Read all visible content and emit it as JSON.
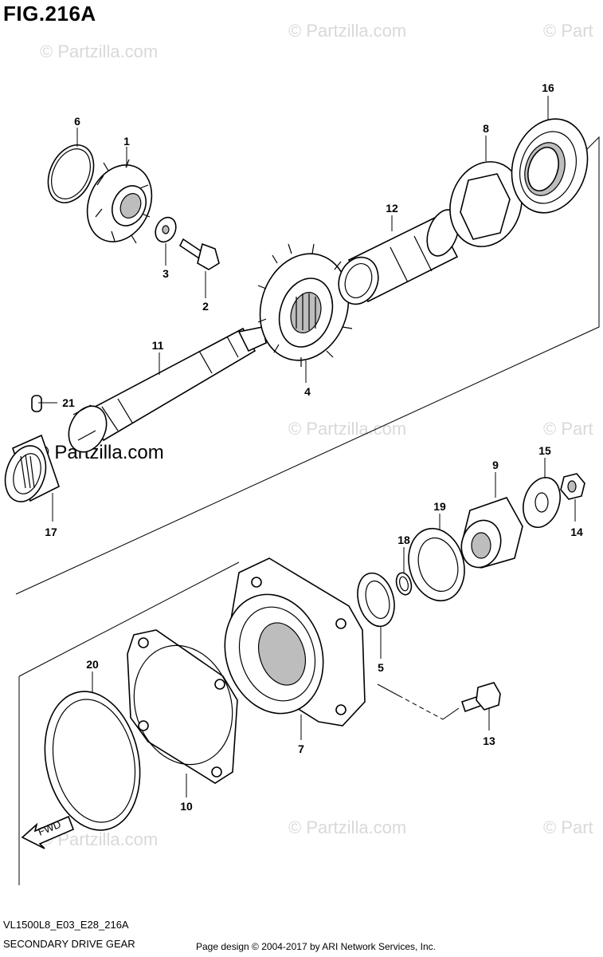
{
  "figure": {
    "title": "FIG.216A",
    "model_code": "VL1500L8_E03_E28_216A",
    "subtitle": "SECONDARY DRIVE GEAR",
    "copyright": "Page design © 2004-2017 by ARI Network Services, Inc."
  },
  "watermark": {
    "text": "© Partzilla.com",
    "short_text": "© Part"
  },
  "direction": {
    "label": "FWD"
  },
  "callouts": {
    "c1": "1",
    "c2": "2",
    "c3": "3",
    "c4": "4",
    "c5": "5",
    "c6": "6",
    "c7": "7",
    "c8": "8",
    "c9": "9",
    "c10": "10",
    "c11": "11",
    "c12": "12",
    "c13": "13",
    "c14": "14",
    "c15": "15",
    "c16": "16",
    "c17": "17",
    "c18": "18",
    "c19": "19",
    "c20": "20",
    "c21": "21"
  }
}
